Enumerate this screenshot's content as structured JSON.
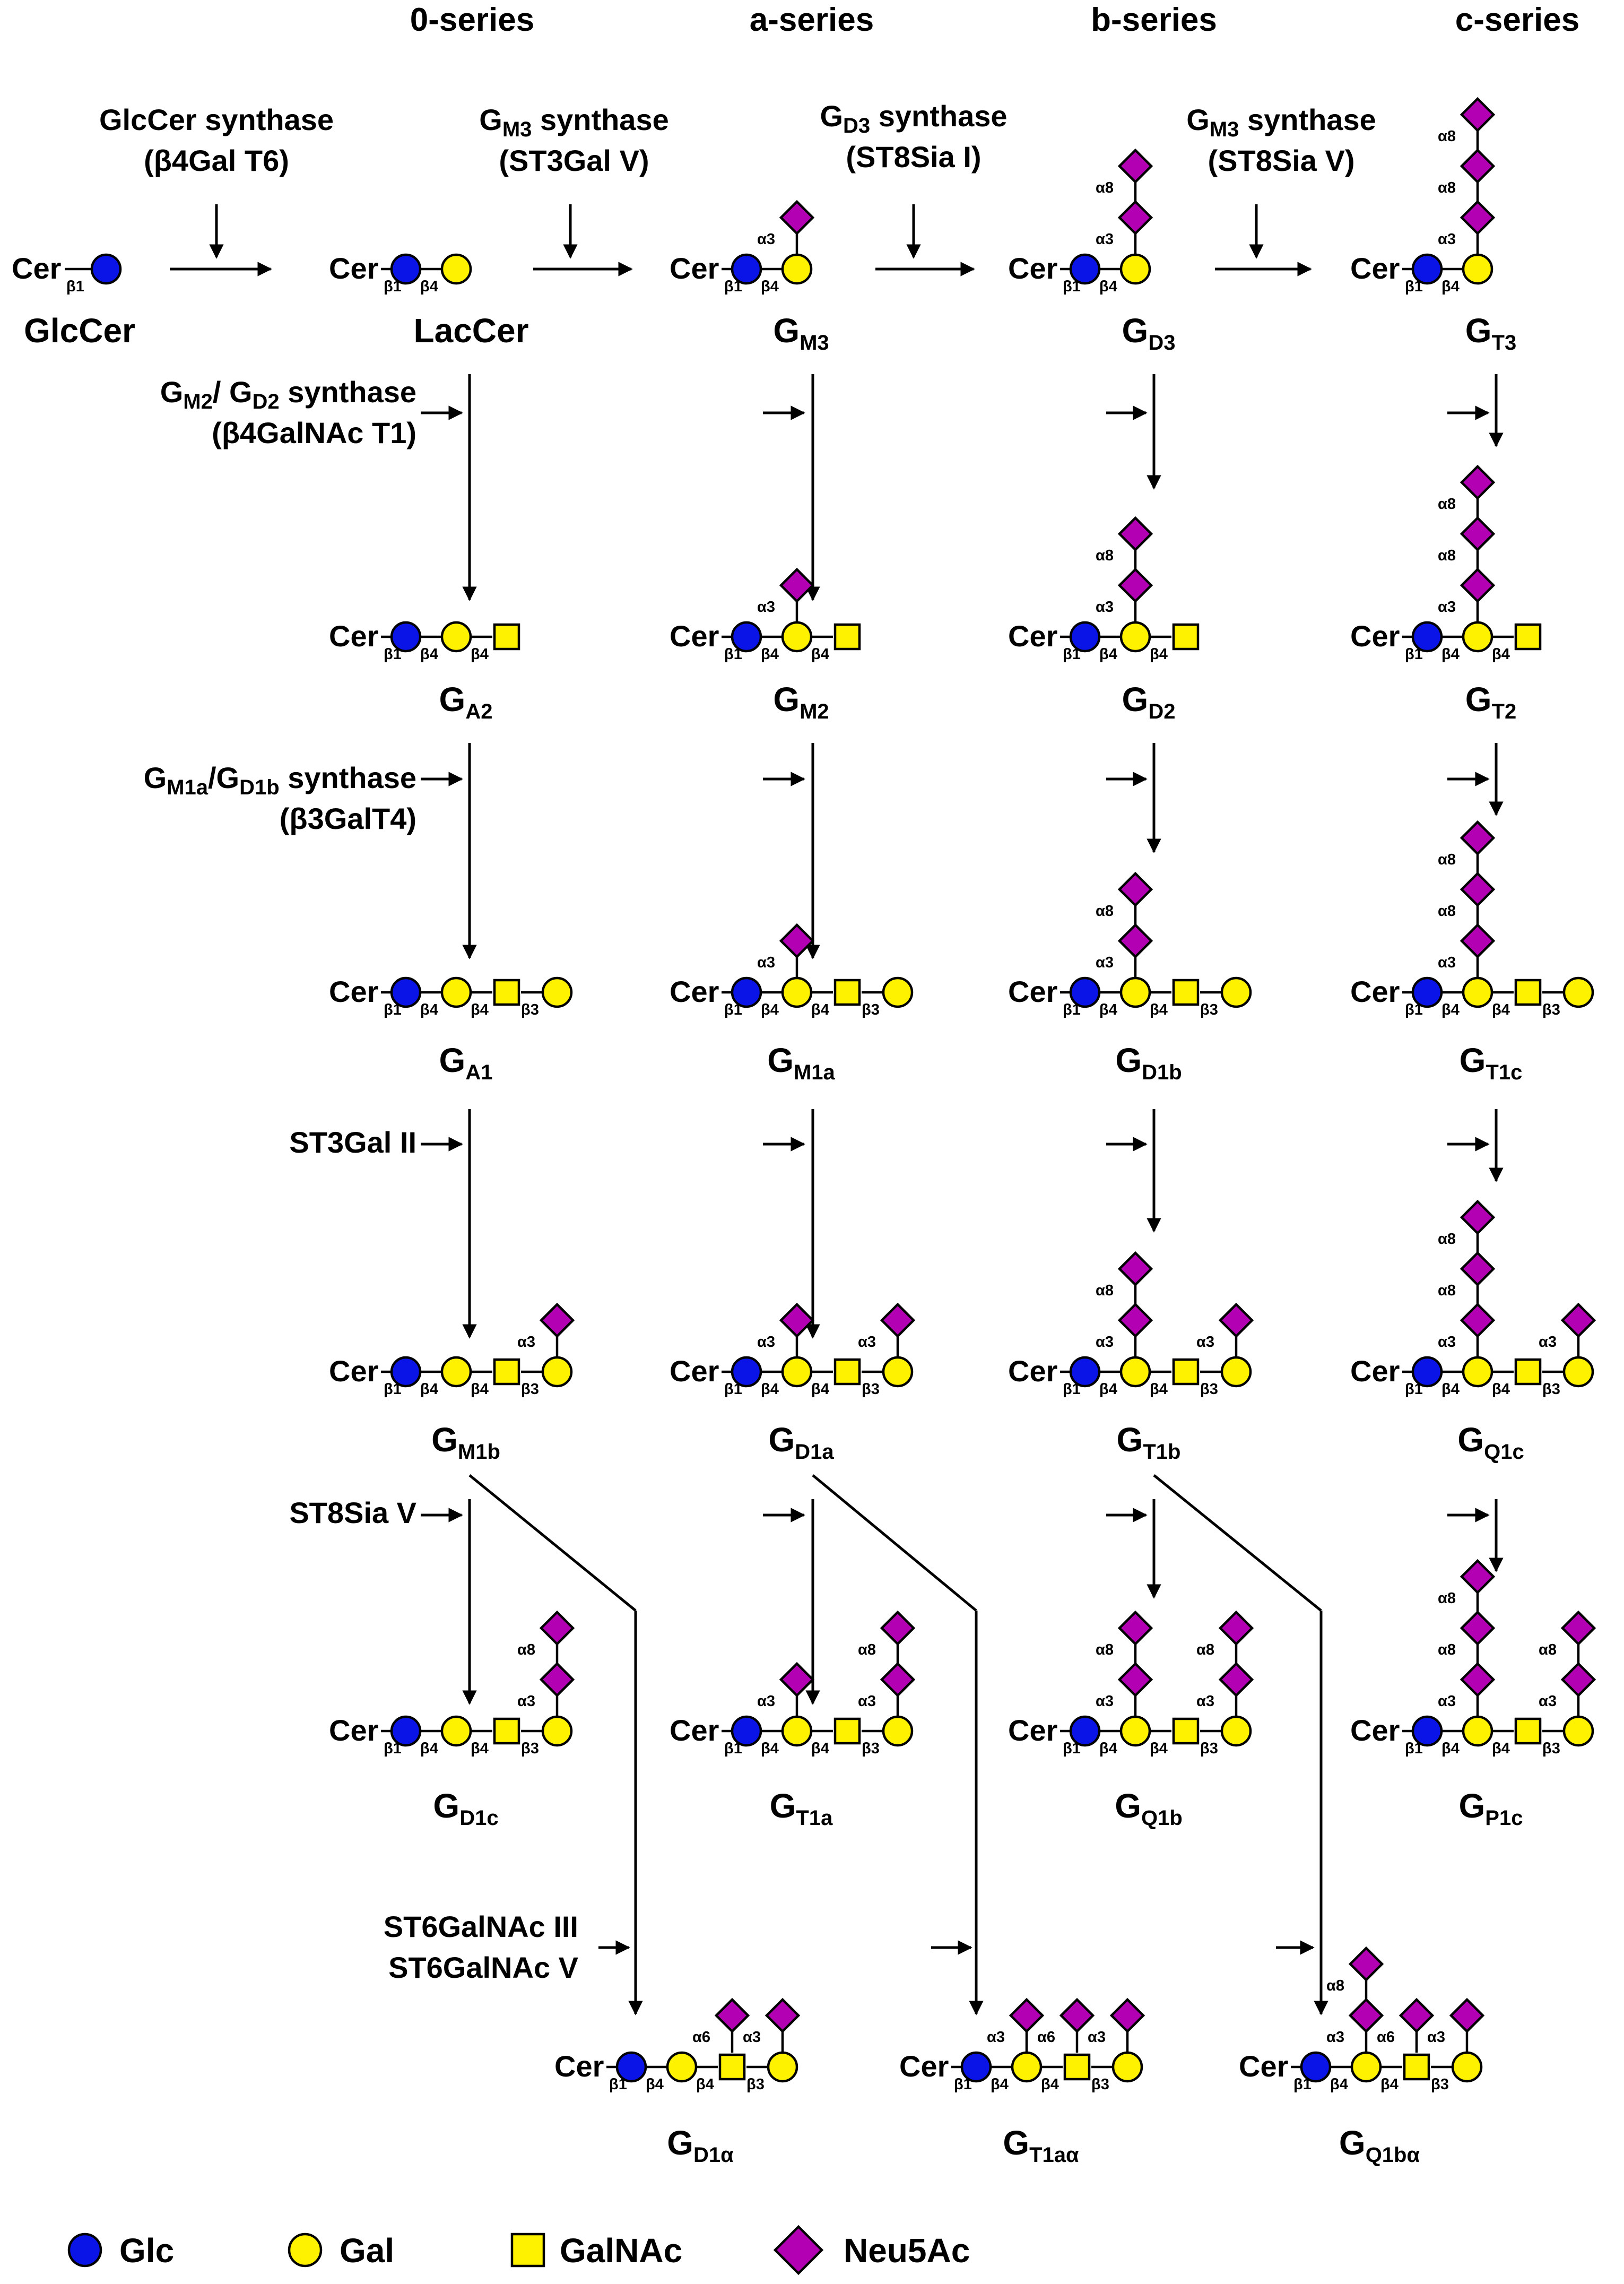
{
  "series": [
    "0-series",
    "a-series",
    "b-series",
    "c-series"
  ],
  "enzymes": {
    "glccer_synthase": {
      "l1": "GlcCer synthase",
      "l2": "(β4Gal T6)"
    },
    "gm3_synthase": {
      "l1a": "G",
      "l1sub": "M3",
      "l1b": " synthase",
      "l2": "(ST3Gal V)"
    },
    "gd3_synthase": {
      "l1a": "G",
      "l1sub": "D3",
      "l1b": " synthase",
      "l2": "(ST8Sia I)"
    },
    "gt3_synthase": {
      "l1a": "G",
      "l1sub": "M3",
      "l1b": " synthase",
      "l2": "(ST8Sia V)"
    },
    "gm2_gd2_synthase": {
      "a": "G",
      "asub": "M2",
      "b": "/ G",
      "bsub": "D2",
      "c": " synthase",
      "l2": "(β4GalNAc  T1)"
    },
    "gm1a_gd1b_synthase": {
      "a": "G",
      "asub": "M1a",
      "b": "/G",
      "bsub": "D1b",
      "c": " synthase",
      "l2": "(β3GalT4)"
    },
    "st3gal2": "ST3Gal II",
    "st8sia5": "ST8Sia V",
    "st6galnac": {
      "l1": "ST6GalNAc  III",
      "l2": "ST6GalNAc  V"
    }
  },
  "compounds": {
    "glccer": "GlcCer",
    "laccer": "LacCer",
    "gm3": {
      "main": "G",
      "sub": "M3"
    },
    "gd3": {
      "main": "G",
      "sub": "D3"
    },
    "gt3": {
      "main": "G",
      "sub": "T3"
    },
    "ga2": {
      "main": "G",
      "sub": "A2"
    },
    "gm2": {
      "main": "G",
      "sub": "M2"
    },
    "gd2": {
      "main": "G",
      "sub": "D2"
    },
    "gt2": {
      "main": "G",
      "sub": "T2"
    },
    "ga1": {
      "main": "G",
      "sub": "A1"
    },
    "gm1a": {
      "main": "G",
      "sub": "M1a"
    },
    "gd1b": {
      "main": "G",
      "sub": "D1b"
    },
    "gt1c": {
      "main": "G",
      "sub": "T1c"
    },
    "gm1b": {
      "main": "G",
      "sub": "M1b"
    },
    "gd1a": {
      "main": "G",
      "sub": "D1a"
    },
    "gt1b": {
      "main": "G",
      "sub": "T1b"
    },
    "gq1c": {
      "main": "G",
      "sub": "Q1c"
    },
    "gd1c": {
      "main": "G",
      "sub": "D1c"
    },
    "gt1a": {
      "main": "G",
      "sub": "T1a"
    },
    "gq1b": {
      "main": "G",
      "sub": "Q1b"
    },
    "gp1c": {
      "main": "G",
      "sub": "P1c"
    },
    "gd1alpha": {
      "main": "G",
      "sub": "D1α"
    },
    "gt1aalpha": {
      "main": "G",
      "sub": "T1aα"
    },
    "gq1balpha": {
      "main": "G",
      "sub": "Q1bα"
    }
  },
  "glycan_text": {
    "cer": "Cer",
    "b1": "β1",
    "b3": "β3",
    "b4": "β4",
    "a3": "α3",
    "a6": "α6",
    "a8": "α8"
  },
  "legend": {
    "glc": "Glc",
    "gal": "Gal",
    "galnac": "GalNAc",
    "neu5ac": "Neu5Ac"
  },
  "colors": {
    "glc": "#0a14e6",
    "gal": "#fff200",
    "galnac": "#fff200",
    "neu5ac": "#b300b3"
  }
}
